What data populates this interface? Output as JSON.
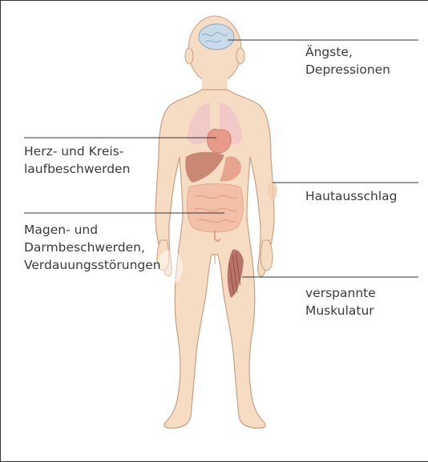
{
  "labels": {
    "angst": "Ängste,\nDepressionen",
    "herz": "Herz- und Kreis-\nlaufbeschwerden",
    "haut": "Hautausschlag",
    "magen": "Magen- und\nDarmbeschwerden,\nVerdauungsstörungen",
    "musk": "verspannte\nMuskulatur"
  },
  "colors": {
    "skin": "#f6dcc3",
    "skin_outline": "#c89f82",
    "brain": "#c9dbe8",
    "lungs": "#f1c7c7",
    "heart": "#e59b88",
    "liver": "#c98774",
    "intestine": "#f2bfa7",
    "leader_line": "#333333",
    "muscle": "#a3524e"
  }
}
